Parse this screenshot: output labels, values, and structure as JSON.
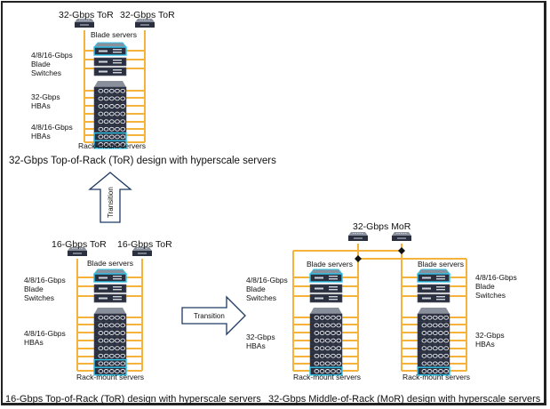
{
  "colors": {
    "link": "#F6B33C",
    "device_dark": "#2b3040",
    "device_top": "#8a8f9c",
    "highlight": "#2ec4e8",
    "arrow_stroke": "#1f3a63",
    "frame": "#222222"
  },
  "diagrams": {
    "top": {
      "switch_labels": [
        "32-Gbps ToR",
        "32-Gbps ToR"
      ],
      "blade_servers_label": "Blade servers",
      "rack_servers_label": "Rack-mount servers",
      "side_labels": [
        {
          "line1": "4/8/16-Gbps",
          "line2": "Blade",
          "line3": "Switches"
        },
        {
          "line1": "32-Gbps",
          "line2": "HBAs"
        },
        {
          "line1": "4/8/16-Gbps",
          "line2": "HBAs"
        }
      ],
      "caption": "32-Gbps Top-of-Rack (ToR) design with hyperscale servers"
    },
    "bottom_left": {
      "switch_labels": [
        "16-Gbps ToR",
        "16-Gbps ToR"
      ],
      "blade_servers_label": "Blade servers",
      "rack_servers_label": "Rack-mount servers",
      "side_labels": [
        {
          "line1": "4/8/16-Gbps",
          "line2": "Blade",
          "line3": "Switches"
        },
        {
          "line1": "4/8/16-Gbps",
          "line2": "HBAs"
        }
      ],
      "caption": "16-Gbps Top-of-Rack (ToR) design with hyperscale servers"
    },
    "bottom_right": {
      "switch_label": "32-Gbps MoR",
      "left_rack": {
        "blade_servers_label": "Blade servers",
        "rack_servers_label": "Rack-mount servers",
        "side_labels": [
          {
            "line1": "4/8/16-Gbps",
            "line2": "Blade",
            "line3": "Switches"
          },
          {
            "line1": "32-Gbps",
            "line2": "HBAs"
          }
        ]
      },
      "right_rack": {
        "blade_servers_label": "Blade servers",
        "rack_servers_label": "Rack-mount servers",
        "side_labels": [
          {
            "line1": "4/8/16-Gbps",
            "line2": "Blade",
            "line3": "Switches"
          },
          {
            "line1": "32-Gbps",
            "line2": "HBAs"
          }
        ]
      },
      "caption": "32-Gbps Middle-of-Rack (MoR) design with hyperscale servers"
    }
  },
  "arrows": {
    "up_label": "Transition",
    "right_label": "Transition"
  }
}
